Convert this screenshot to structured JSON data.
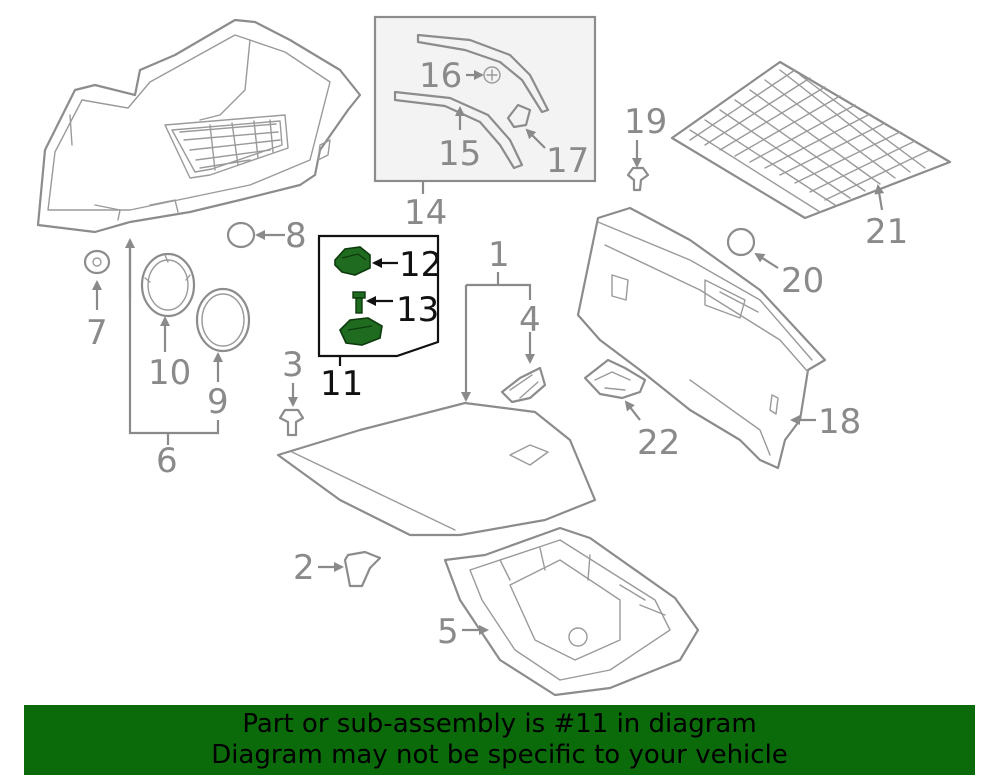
{
  "callouts": {
    "c1": "1",
    "c2": "2",
    "c3": "3",
    "c4": "4",
    "c5": "5",
    "c6": "6",
    "c7": "7",
    "c8": "8",
    "c9": "9",
    "c10": "10",
    "c11": "11",
    "c12": "12",
    "c13": "13",
    "c14": "14",
    "c15": "15",
    "c16": "16",
    "c17": "17",
    "c18": "18",
    "c19": "19",
    "c20": "20",
    "c21": "21",
    "c22": "22"
  },
  "banner": {
    "line1": "Part or sub-assembly is #11 in diagram",
    "line2": "Diagram may not be specific to your vehicle"
  },
  "colors": {
    "highlight_part": "#1f6b1f",
    "banner_bg": "#0b6b0b",
    "line_art": "#8c8c8c",
    "callout_gray": "#8a8a8a",
    "callout_dark": "#111111"
  }
}
